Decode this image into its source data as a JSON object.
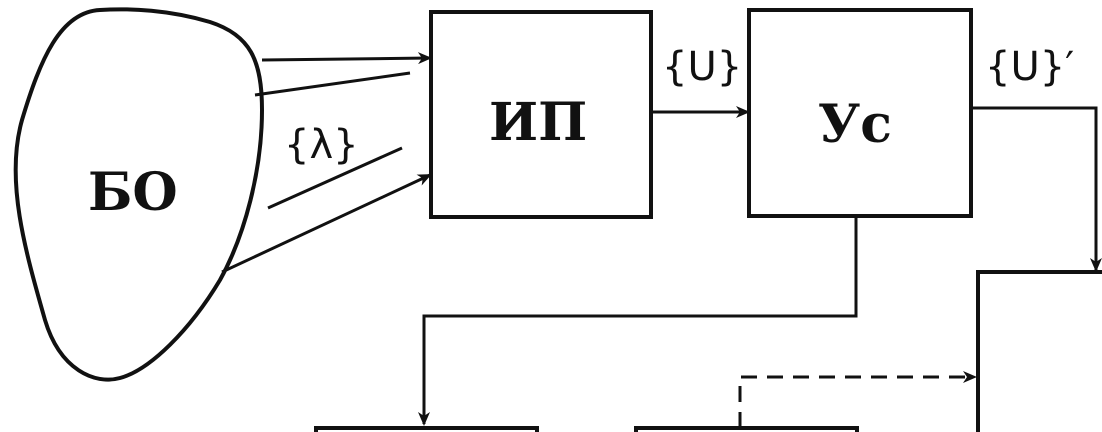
{
  "blocks": {
    "source": {
      "label": "БО"
    },
    "converter": {
      "label": "ИП"
    },
    "amplifier": {
      "label": "Ус"
    }
  },
  "signals": {
    "wavelength": "{λ}",
    "voltage": "{U}",
    "voltage_amplified": "{U}′"
  }
}
